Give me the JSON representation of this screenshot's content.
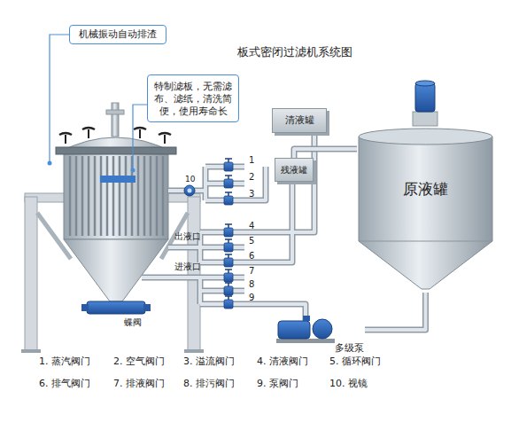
{
  "diagram": {
    "title": "板式密闭过滤机系统图",
    "nodes": [
      {
        "text": [
          "机械振动自动排渣"
        ]
      },
      {
        "text": [
          "特制滤板，无需滤布、滤纸，清洗简便，使用寿命长"
        ]
      },
      {
        "text": [
          "清液罐"
        ]
      },
      {
        "text": [
          "残液罐"
        ]
      },
      {
        "text": [
          "原液罐"
        ]
      },
      {
        "text": [
          "多级泵"
        ]
      }
    ],
    "edges": [
      {
        "from": 3,
        "to": 4,
        "arrow": "none"
      },
      {
        "from": 4,
        "to": 5,
        "arrow": "none"
      }
    ],
    "labels": [
      "10",
      "1",
      "2",
      "3",
      "出液口",
      "4",
      "5",
      "6",
      "进液口",
      "7",
      "8",
      "9",
      "蝶阀",
      "1. 蒸汽阀门",
      "2. 空气阀门",
      "3. 溢流阀门",
      "4. 清液阀门",
      "5. 循环阀门",
      "6. 排气阀门",
      "7. 排液阀门",
      "8. 排污阀门",
      "9. 泵阀门",
      "10. 视镜"
    ]
  }
}
